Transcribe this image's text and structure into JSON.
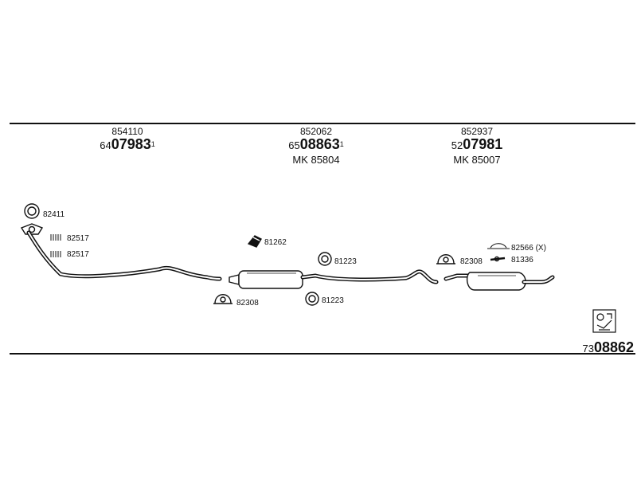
{
  "parts": [
    {
      "top": "854110",
      "prefix": "64",
      "main": "07983",
      "sup": "1",
      "mk": ""
    },
    {
      "top": "852062",
      "prefix": "65",
      "main": "08863",
      "sup": "1",
      "mk": "MK  85804"
    },
    {
      "top": "852937",
      "prefix": "52",
      "main": "07981",
      "sup": "",
      "mk": "MK  85007"
    }
  ],
  "labels": {
    "l82411": "82411",
    "l82517a": "82517",
    "l82517b": "82517",
    "l82308a": "82308",
    "l81262": "81262",
    "l81223a": "81223",
    "l81223b": "81223",
    "l82308b": "82308",
    "l82566": "82566 (X)",
    "l81336": "81336"
  },
  "reference": {
    "prefix": "73",
    "main": "08862"
  },
  "icons": [
    "ring-clamp-icon",
    "flange-gasket-icon",
    "spring-icon",
    "u-bolt-clamp-icon",
    "rubber-hanger-icon",
    "catalog-reference-icon"
  ],
  "colors": {
    "ink": "#111111",
    "paper": "#ffffff"
  }
}
